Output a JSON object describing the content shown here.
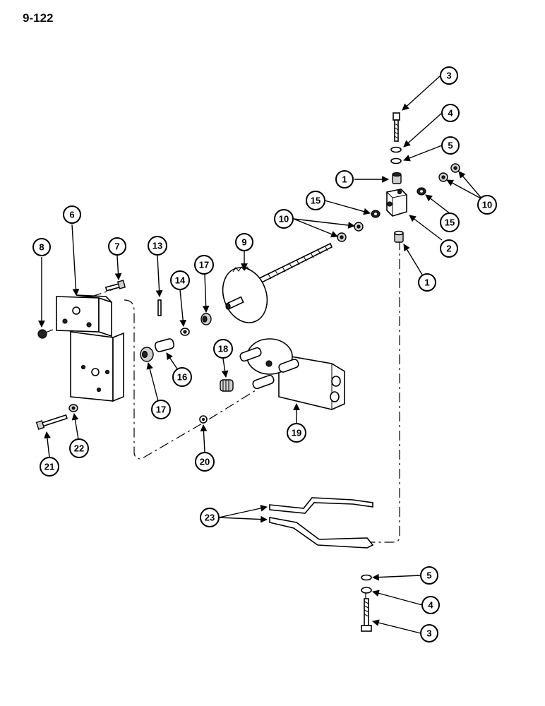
{
  "page": {
    "label": "9-122"
  },
  "callouts": {
    "c1a": "1",
    "c1b": "1",
    "c2": "2",
    "c3a": "3",
    "c3b": "3",
    "c4a": "4",
    "c4b": "4",
    "c5a": "5",
    "c5b": "5",
    "c6": "6",
    "c7": "7",
    "c8": "8",
    "c9": "9",
    "c10a": "10",
    "c10b": "10",
    "c13": "13",
    "c14": "14",
    "c15a": "15",
    "c15b": "15",
    "c16": "16",
    "c17a": "17",
    "c17b": "17",
    "c18": "18",
    "c19": "19",
    "c20": "20",
    "c21": "21",
    "c22": "22",
    "c23": "23"
  }
}
